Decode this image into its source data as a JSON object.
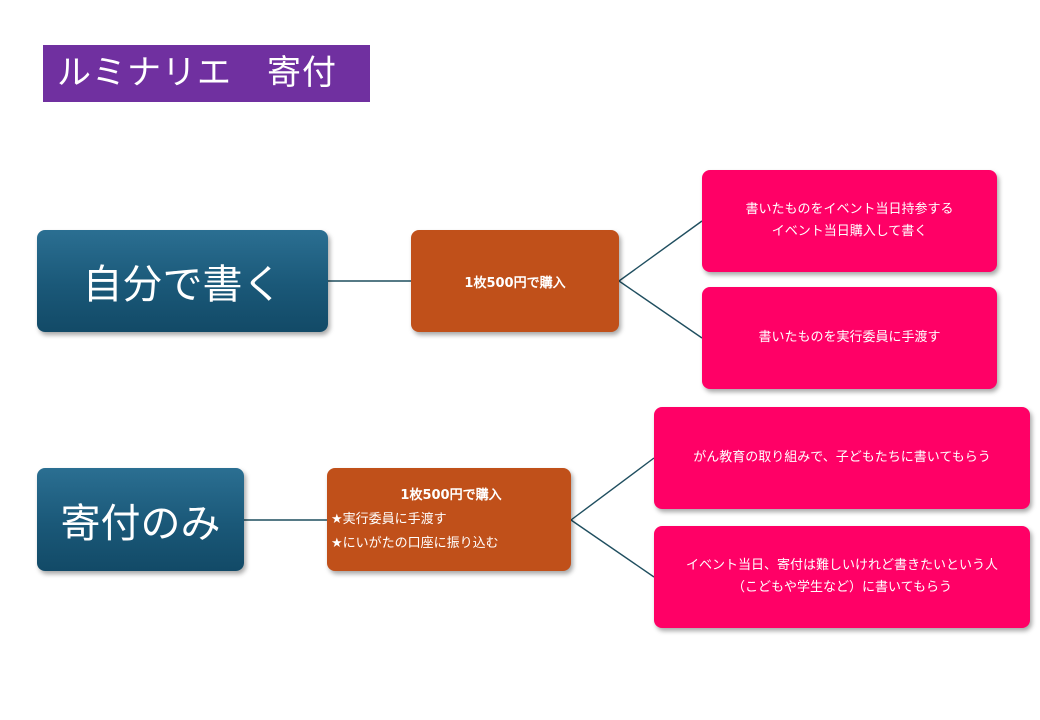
{
  "title": "ルミナリエ　寄付",
  "branch1": {
    "main": "自分で書く",
    "purchase": "1枚500円で購入",
    "outcomes": [
      {
        "lines": [
          "書いたものをイベント当日持参する",
          "イベント当日購入して書く"
        ]
      },
      {
        "lines": [
          "書いたものを実行委員に手渡す"
        ]
      }
    ]
  },
  "branch2": {
    "main": "寄付のみ",
    "purchase": {
      "head": "1枚500円で購入",
      "items": [
        "★実行委員に手渡す",
        "★にいがたの口座に振り込む"
      ]
    },
    "outcomes": [
      {
        "lines": [
          "がん教育の取り組みで、子どもたちに書いてもらう"
        ]
      },
      {
        "lines": [
          "イベント当日、寄付は難しいけれど書きたいという人",
          "（こどもや学生など）に書いてもらう"
        ]
      }
    ]
  },
  "colors": {
    "title_bg": "#7030a0",
    "main_box": "#1a5878",
    "purchase_box": "#c0501a",
    "outcome_box": "#ff0066",
    "connector": "#1f4e5f"
  }
}
